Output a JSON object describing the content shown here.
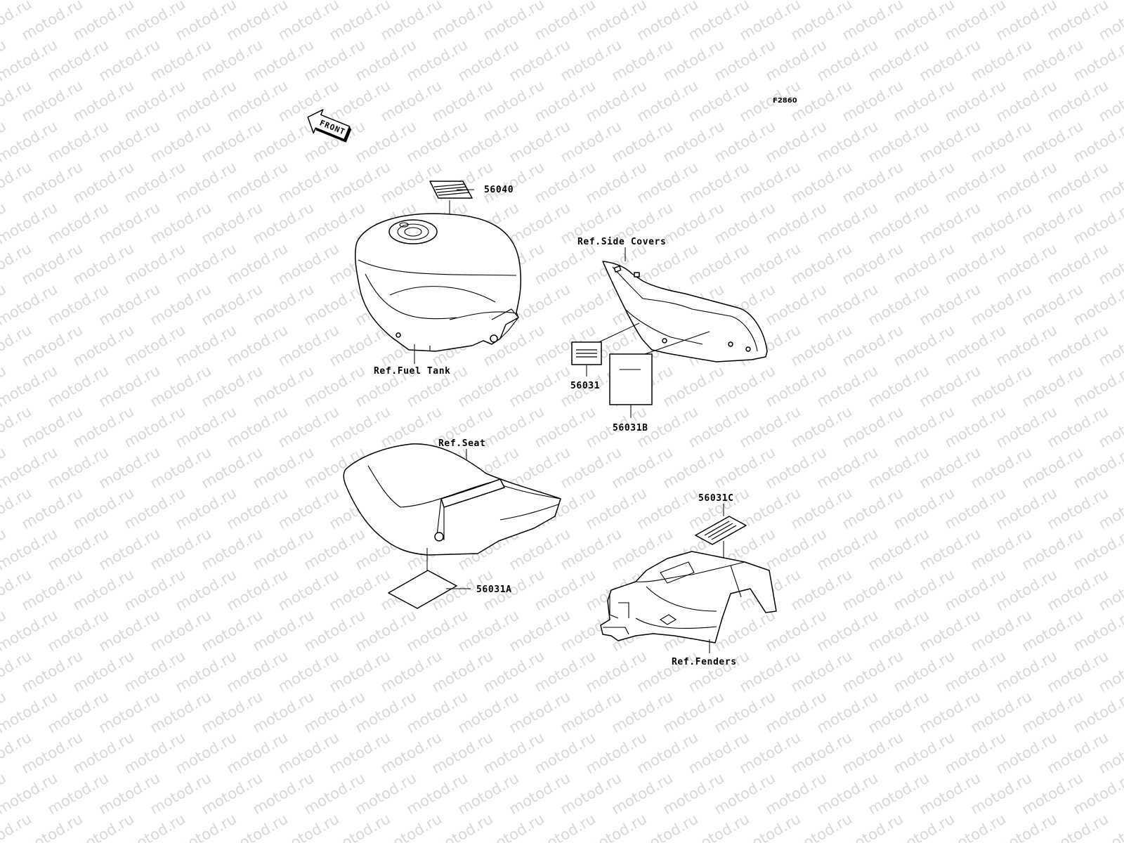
{
  "diagram_code": "F2860",
  "front_arrow_label": "FRONT",
  "watermark_text": "motod.ru",
  "labels": {
    "p56040": "56040",
    "fuel_tank": "Ref.Fuel Tank",
    "side_covers": "Ref.Side Covers",
    "p56031": "56031",
    "p56031b": "56031B",
    "seat": "Ref.Seat",
    "p56031a": "56031A",
    "p56031c": "56031C",
    "fenders": "Ref.Fenders"
  }
}
